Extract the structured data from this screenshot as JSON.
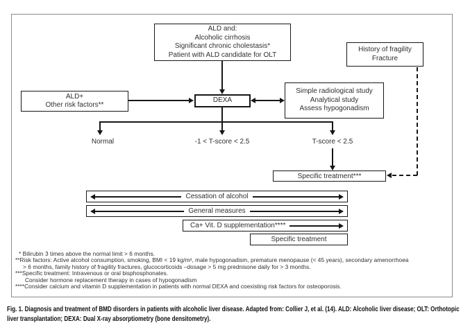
{
  "palette": {
    "ink": "#161616",
    "text": "#2e2e2e",
    "frame_gray": "#8a8a8a",
    "background": "#ffffff"
  },
  "flowchart": {
    "ald_criteria_box": "ALD and:\nAlcoholic cirrhosis\nSignificant chronic cholestasis*\nPatient with ALD candidate for OLT",
    "fragility_box": "History of fragility\nFracture",
    "ald_risk_box": "ALD+\nOther risk factors**",
    "dexa_box": "DEXA",
    "workup_box": "Simple radiological study\nAnalytical study\nAssess hypogonadism",
    "branch_normal": "Normal",
    "branch_osteopenia": "-1 < T-score < 2.5",
    "branch_osteoporosis": "T-score < 2.5",
    "specific_treatment_box": "Specific treatment***",
    "cessation_band": "Cessation of alcohol",
    "general_band": "General measures",
    "ca_vitd_band": "Ca+ Vit. D supplementation****",
    "specific_treatment_plain_box": "Specific treatment"
  },
  "footnotes": [
    {
      "text": "* Bilirubin 3 times above the normal limit > 6 months."
    },
    {
      "text": "**Risk factors: Active alcohol consumption, smoking, BMI < 19 kg/m², male hypogonadism, premature menopause (< 45 years), secondary amenorrhoea"
    },
    {
      "text": "> 6 months, family history of fragility fractures, glucocorticoids –dosage > 5 mg prednisone daily for > 3 months."
    },
    {
      "text": "***Specific treatment: Intravenous or oral bisphosphonates."
    },
    {
      "text": "Consider hormone replacement therapy in cases of hypogonadism"
    },
    {
      "text": "****Consider calcium and vitamin D supplementation in patients with normal DEXA and coexisting risk factors for osteoporosis."
    }
  ],
  "caption": "Fig. 1. Diagnosis and treatment of BMD disorders in patients with alcoholic liver disease. Adapted from: Collier J, et al. (14). ALD: Alcoholic liver disease; OLT: Orthotopic liver transplantation; DEXA: Dual X-ray absorptiometry (bone densitometry)."
}
